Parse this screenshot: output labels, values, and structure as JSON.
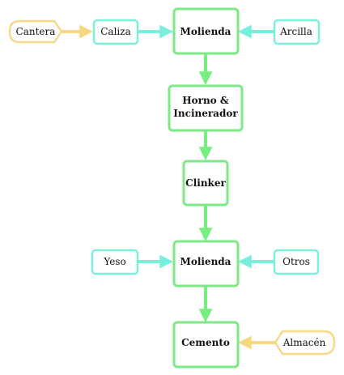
{
  "colors": {
    "process_border": "#7ee886",
    "process_edge": "#77ee80",
    "input_border": "#7eeedc",
    "input_edge": "#78eedd",
    "terminal_border": "#f7d98a",
    "terminal_edge": "#f8d77e",
    "text": "#111111",
    "background": "#ffffff"
  },
  "nodes": {
    "cantera": "Cantera",
    "caliza": "Caliza",
    "molienda_1": "Molienda",
    "arcilla": "Arcilla",
    "horno_line1": "Horno &",
    "horno_line2": "Incinerador",
    "clinker": "Clinker",
    "yeso": "Yeso",
    "molienda_2": "Molienda",
    "otros": "Otros",
    "cemento": "Cemento",
    "almacen": "Almacén"
  }
}
